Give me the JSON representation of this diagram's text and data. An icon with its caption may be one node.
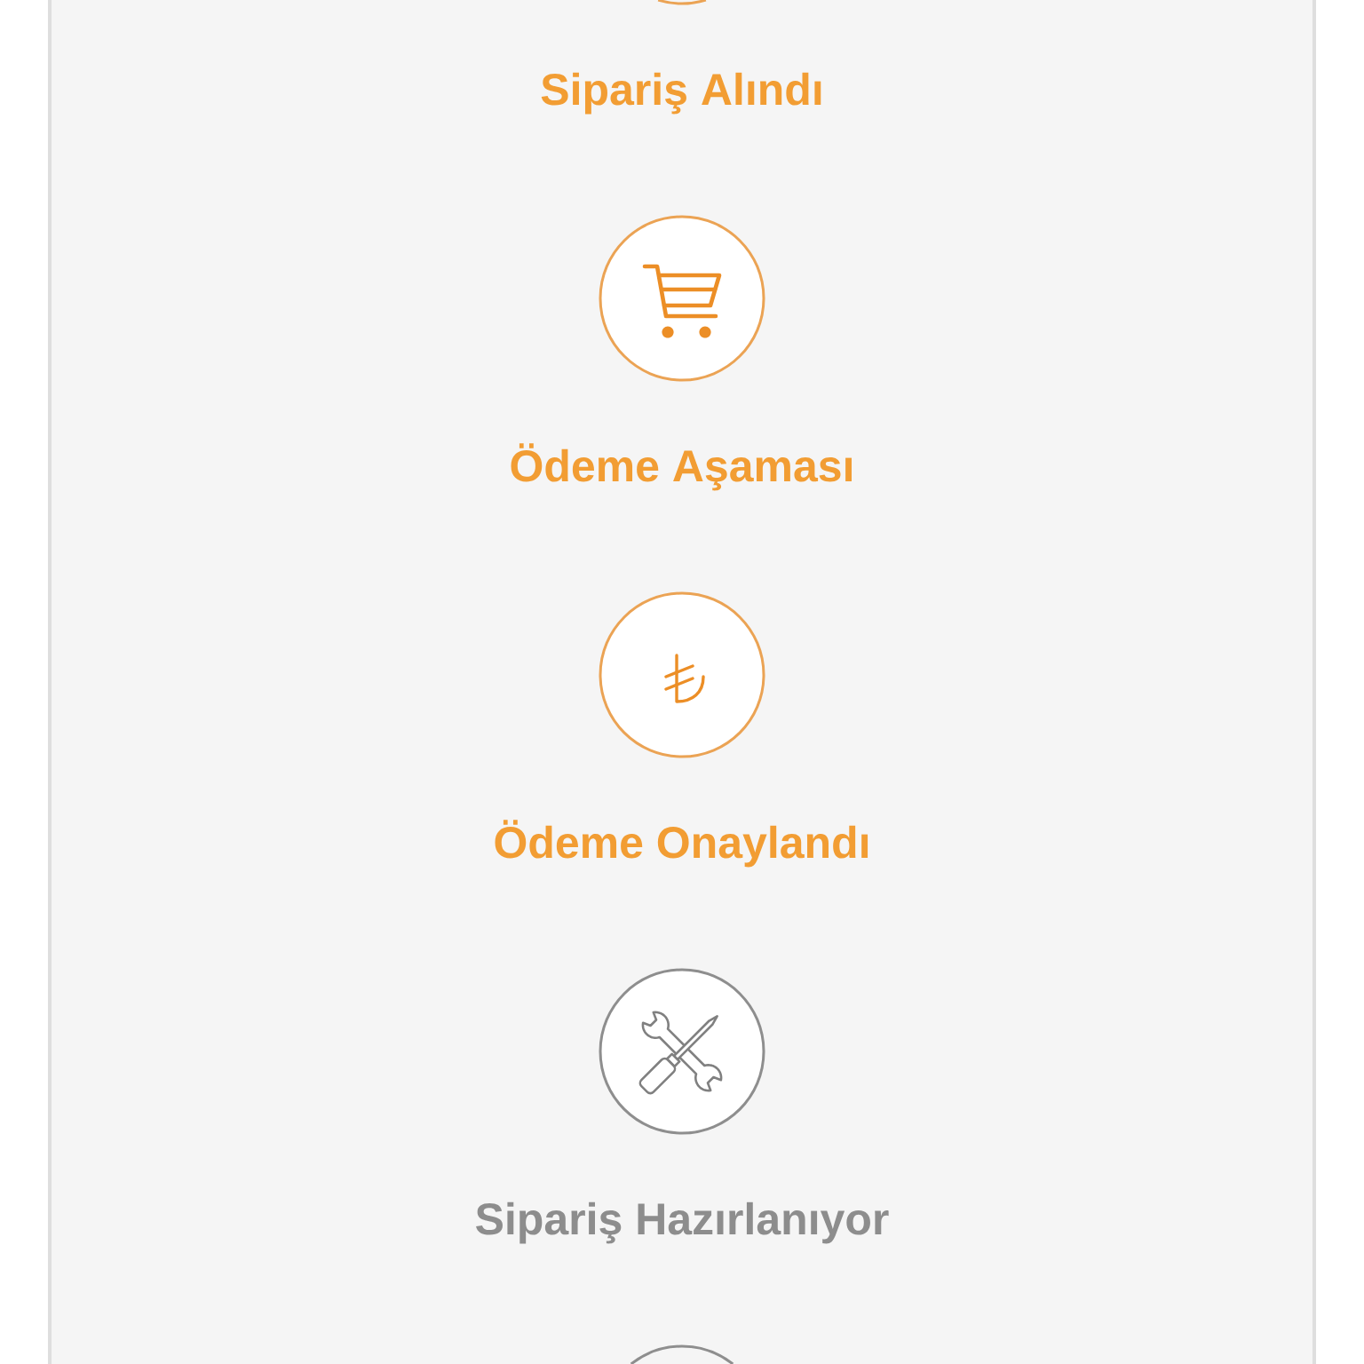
{
  "diagram": {
    "nodes": [
      {
        "text": [
          "Sipariş Alındı"
        ]
      },
      {
        "text": [
          "Ödeme Aşaması"
        ]
      },
      {
        "text": [
          "Ödeme Onaylandı"
        ]
      },
      {
        "text": [
          "Sipariş Hazırlanıyor"
        ]
      },
      {
        "text": [],
        "shape": "circle"
      }
    ]
  }
}
